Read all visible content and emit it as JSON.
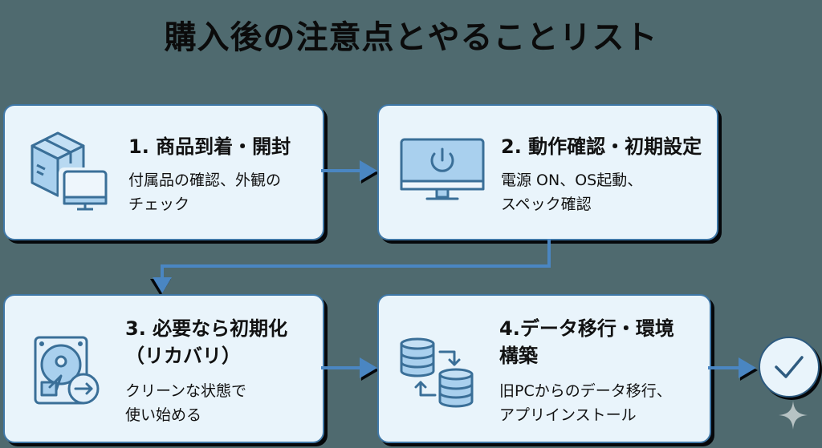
{
  "title": "購入後の注意点とやることリスト",
  "steps": [
    {
      "heading": "1. 商品到着・開封",
      "desc_line1": "付属品の確認、外観の",
      "desc_line2": "チェック",
      "icon": "box-and-monitor-icon"
    },
    {
      "heading": "2. 動作確認・初期設定",
      "desc_line1": "電源 ON、OS起動、",
      "desc_line2": "スペック確認",
      "icon": "monitor-power-icon"
    },
    {
      "heading_line1": "3. 必要なら初期化",
      "heading_line2": "（リカバリ）",
      "desc_line1": "クリーンな状態で",
      "desc_line2": "使い始める",
      "icon": "hard-drive-reset-icon"
    },
    {
      "heading_line1": "4.データ移行・環境",
      "heading_line2": "構築",
      "desc_line1": "旧PCからのデータ移行、",
      "desc_line2": "アプリインストール",
      "icon": "database-transfer-icon"
    }
  ],
  "end_marker": {
    "icon": "checkmark-icon"
  },
  "colors": {
    "background": "#4f6a6f",
    "card": "#e9f4fb",
    "accent": "#4a86c2",
    "icon_stroke": "#3a6f98",
    "icon_fill": "#a9d0ee"
  }
}
